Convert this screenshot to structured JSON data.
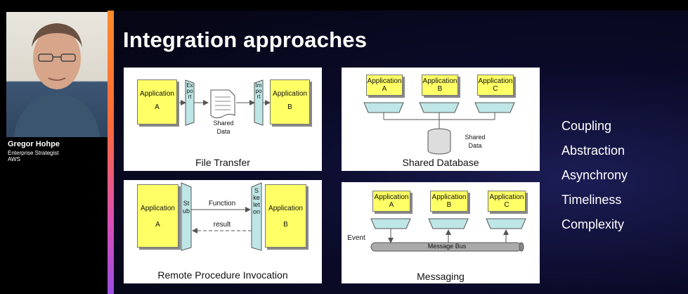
{
  "speaker": {
    "name": "Gregor Hohpe",
    "title": "Enterprise Strategist",
    "company": "AWS"
  },
  "slide": {
    "title": "Integration approaches",
    "panels": {
      "file_transfer": {
        "caption": "File Transfer",
        "app_a": [
          "Application",
          "A"
        ],
        "app_b": [
          "Application",
          "B"
        ],
        "export": "Export",
        "import": "Import",
        "data": [
          "Shared",
          "Data"
        ]
      },
      "shared_database": {
        "caption": "Shared Database",
        "apps": [
          [
            "Application",
            "A"
          ],
          [
            "Application",
            "B"
          ],
          [
            "Application",
            "C"
          ]
        ],
        "data": [
          "Shared",
          "Data"
        ]
      },
      "rpc": {
        "caption": "Remote Procedure Invocation",
        "app_a": [
          "Application",
          "A"
        ],
        "app_b": [
          "Application",
          "B"
        ],
        "stub": "Stub",
        "skeleton": "Skeleton",
        "function": "Function",
        "result": "result"
      },
      "messaging": {
        "caption": "Messaging",
        "apps": [
          [
            "Application",
            "A"
          ],
          [
            "Application",
            "B"
          ],
          [
            "Application",
            "C"
          ]
        ],
        "event": "Event",
        "bus": "Message Bus"
      }
    },
    "concerns": [
      "Coupling",
      "Abstraction",
      "Asynchrony",
      "Timeliness",
      "Complexity"
    ],
    "colors": {
      "app_fill": "#ffff66",
      "adapter_fill": "#bfe6e6",
      "accent": "#ff7a2f"
    }
  }
}
